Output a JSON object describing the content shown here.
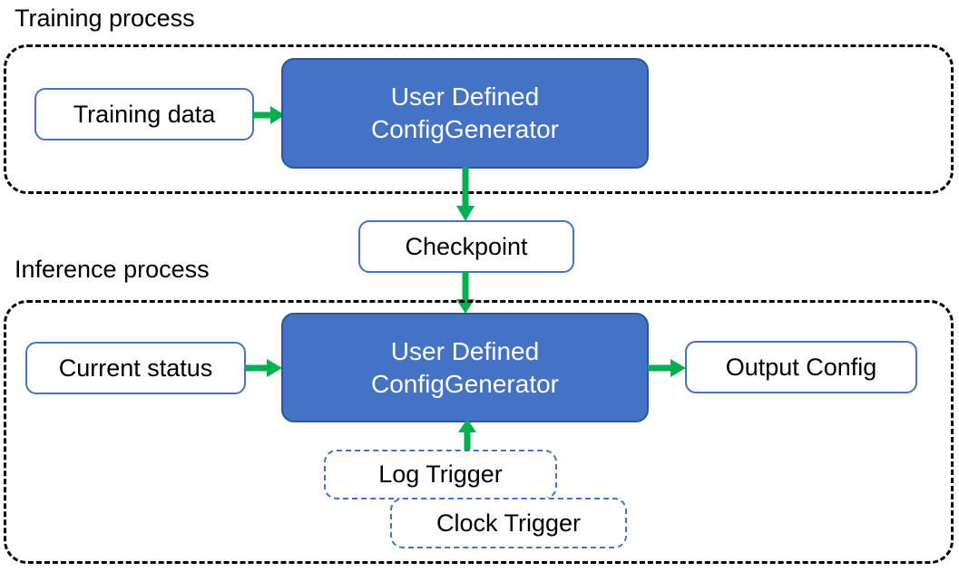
{
  "diagram": {
    "title_training": "Training process",
    "title_inference": "Inference process",
    "colors": {
      "accent_blue": "#4472C4",
      "accent_blue_border": "#2F5597",
      "arrow_green": "#00B050",
      "group_border": "#000000",
      "node_text": "#000000",
      "filled_node_text": "#FFFFFF",
      "background": "#FFFFFF"
    },
    "training_section": {
      "label": "Training process",
      "nodes": {
        "training_data": "Training data",
        "generator_line1": "User Defined",
        "generator_line2": "ConfigGenerator"
      }
    },
    "checkpoint": {
      "label": "Checkpoint"
    },
    "inference_section": {
      "label": "Inference process",
      "nodes": {
        "current_status": "Current status",
        "generator_line1": "User Defined",
        "generator_line2": "ConfigGenerator",
        "output_config": "Output Config",
        "log_trigger": "Log Trigger",
        "clock_trigger": "Clock Trigger"
      }
    },
    "arrows": [
      {
        "name": "training-data-to-generator",
        "from": "Training data",
        "to": "User Defined ConfigGenerator",
        "direction": "right"
      },
      {
        "name": "generator-to-checkpoint",
        "from": "User Defined ConfigGenerator",
        "to": "Checkpoint",
        "direction": "down"
      },
      {
        "name": "checkpoint-to-generator",
        "from": "Checkpoint",
        "to": "User Defined ConfigGenerator",
        "direction": "down"
      },
      {
        "name": "current-status-to-generator",
        "from": "Current status",
        "to": "User Defined ConfigGenerator",
        "direction": "right"
      },
      {
        "name": "generator-to-output-config",
        "from": "User Defined ConfigGenerator",
        "to": "Output Config",
        "direction": "right"
      },
      {
        "name": "triggers-to-generator",
        "from": "Log Trigger / Clock Trigger",
        "to": "User Defined ConfigGenerator",
        "direction": "up"
      }
    ]
  }
}
